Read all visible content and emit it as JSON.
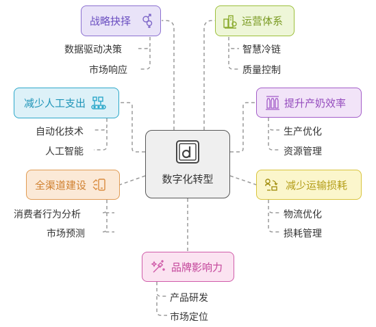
{
  "center": {
    "label": "数字化转型",
    "icon": "d-logo-icon"
  },
  "colors": {
    "purple": "#8a6fd0",
    "green": "#9bbf3a",
    "cyan": "#2aa7c9",
    "violet": "#a25bc8",
    "orange": "#e09a52",
    "yellow": "#d8c33a",
    "pink": "#cf5aa8",
    "connector": "#9a9a9a"
  },
  "branches": [
    {
      "id": "strategy",
      "label": "战略抉择",
      "icon": "gender-symbols-icon",
      "items": [
        "数据驱动决策",
        "市场响应"
      ]
    },
    {
      "id": "operation",
      "label": "运营体系",
      "icon": "building-gear-icon",
      "items": [
        "智慧冷链",
        "质量控制"
      ]
    },
    {
      "id": "labor",
      "label": "减少人工支出",
      "icon": "conveyor-robot-icon",
      "items": [
        "自动化技术",
        "人工智能"
      ]
    },
    {
      "id": "milk",
      "label": "提升产奶效率",
      "icon": "milk-bottles-icon",
      "items": [
        "生产优化",
        "资源管理"
      ]
    },
    {
      "id": "channel",
      "label": "全渠道建设",
      "icon": "channel-devices-icon",
      "items": [
        "消费者行为分析",
        "市场预测"
      ]
    },
    {
      "id": "loss",
      "label": "减少运输损耗",
      "icon": "transport-cycle-icon",
      "items": [
        "物流优化",
        "损耗管理"
      ]
    },
    {
      "id": "brand",
      "label": "品牌影响力",
      "icon": "magic-wand-icon",
      "items": [
        "产品研发",
        "市场定位"
      ]
    }
  ]
}
